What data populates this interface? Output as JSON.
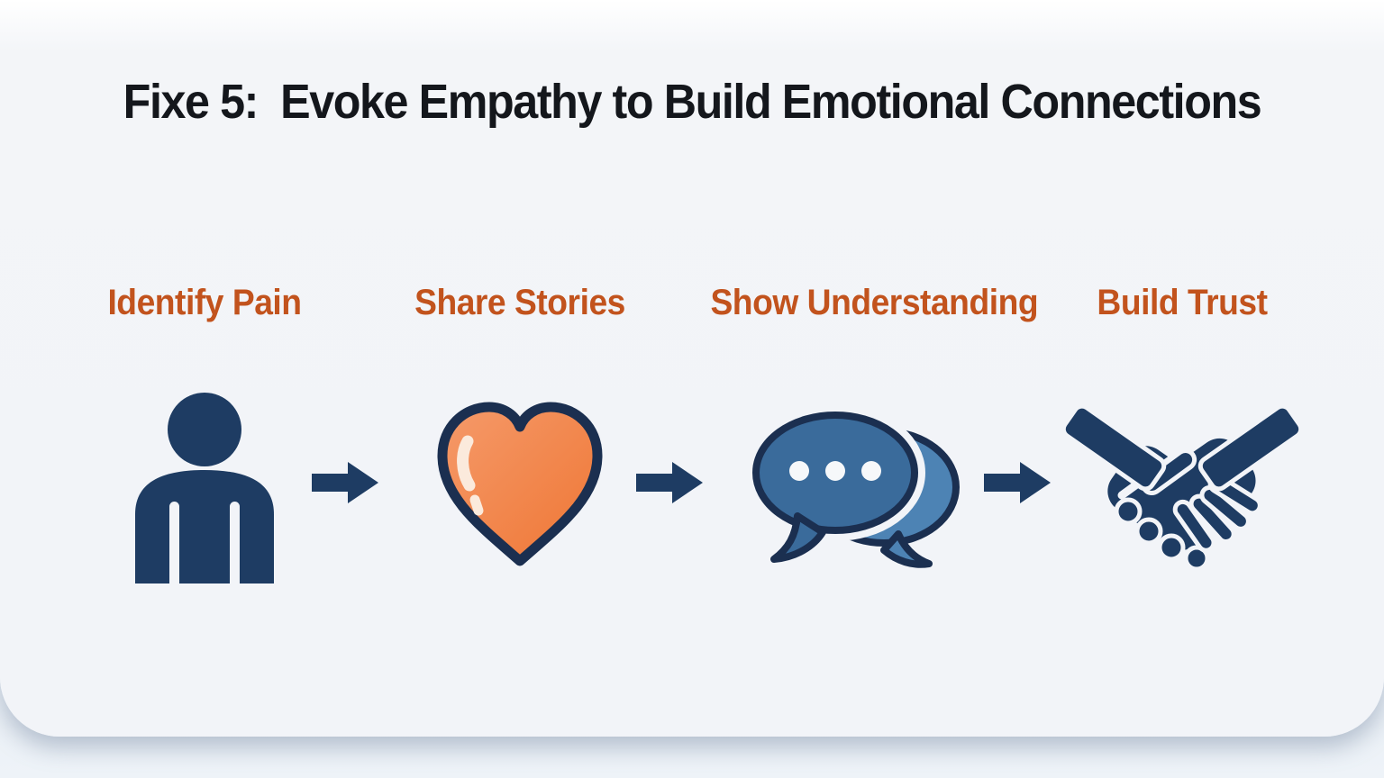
{
  "title": "Fixe 5:  Evoke Empathy to Build Emotional Connections",
  "steps": [
    {
      "label": "Identify Pain",
      "icon": "person-icon"
    },
    {
      "label": "Share Stories",
      "icon": "heart-icon"
    },
    {
      "label": "Show Understanding",
      "icon": "chat-bubbles-icon"
    },
    {
      "label": "Build Trust",
      "icon": "handshake-icon"
    }
  ],
  "connector": "arrow-right",
  "colors": {
    "title": "#14171c",
    "orange_label": "#c2531d",
    "navy": "#1e3c63",
    "navy_dark": "#1b2f50",
    "heart_orange": "#ef7634",
    "heart_light": "#f59a6a",
    "heart_shine": "#fbeadc",
    "bubble_blue": "#3a6b9b",
    "bubble_blue_light": "#4d83b4",
    "card_bg": "#f2f4f8"
  }
}
